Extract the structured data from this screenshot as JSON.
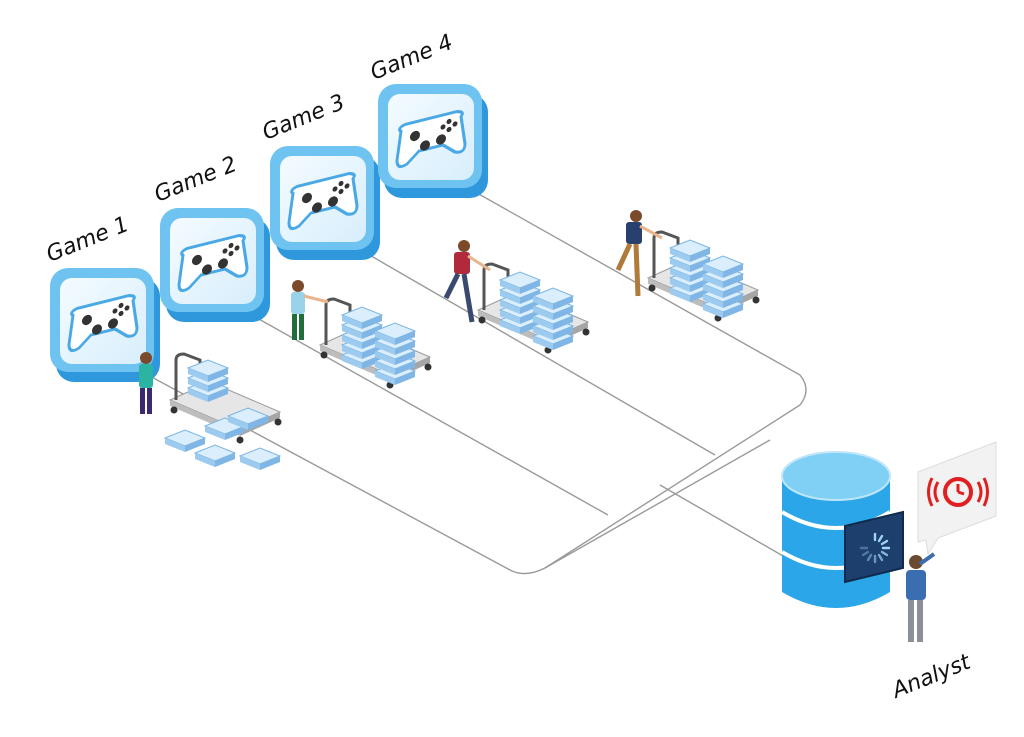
{
  "games": [
    {
      "label": "Game 1"
    },
    {
      "label": "Game 2"
    },
    {
      "label": "Game 3"
    },
    {
      "label": "Game 4"
    }
  ],
  "analyst": {
    "label": "Analyst"
  },
  "colors": {
    "tile_light": "#eaf6ff",
    "tile_edge": "#3aa6e6",
    "db_blue": "#2ba6e8",
    "db_top": "#7fd0f4",
    "screen": "#1c3f6e",
    "alert_red": "#e02020",
    "connector": "#9a9a9a",
    "box_blue": "#a9d3f5"
  },
  "icons": [
    "gamepad-icon",
    "database-icon",
    "loading-spinner-icon",
    "alarm-clock-icon"
  ]
}
